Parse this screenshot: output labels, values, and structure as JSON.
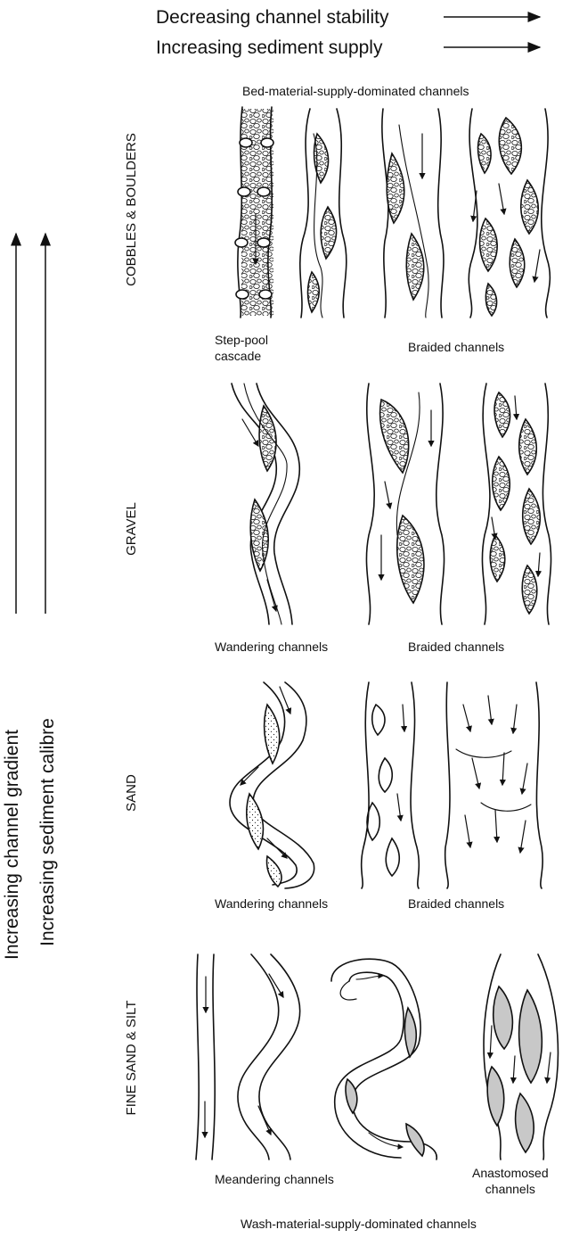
{
  "top_axis": {
    "stability_label": "Decreasing channel stability",
    "supply_label": "Increasing sediment supply"
  },
  "side_axis": {
    "gradient_label": "Increasing channel gradient",
    "calibre_label": "Increasing sediment calibre"
  },
  "header_label": "Bed-material-supply-dominated channels",
  "footer_label": "Wash-material-supply-dominated channels",
  "rows": [
    {
      "material": "COBBLES & BOULDERS",
      "captions": [
        "Step-pool\ncascade",
        "Braided channels"
      ]
    },
    {
      "material": "GRAVEL",
      "captions": [
        "Wandering channels",
        "Braided channels"
      ]
    },
    {
      "material": "SAND",
      "captions": [
        "Wandering channels",
        "Braided channels"
      ]
    },
    {
      "material": "FINE SAND & SILT",
      "captions": [
        "Meandering channels",
        "Anastomosed\nchannels"
      ]
    }
  ],
  "colors": {
    "line": "#111111",
    "bar_fill": "#c8c8c8",
    "background": "#ffffff"
  }
}
